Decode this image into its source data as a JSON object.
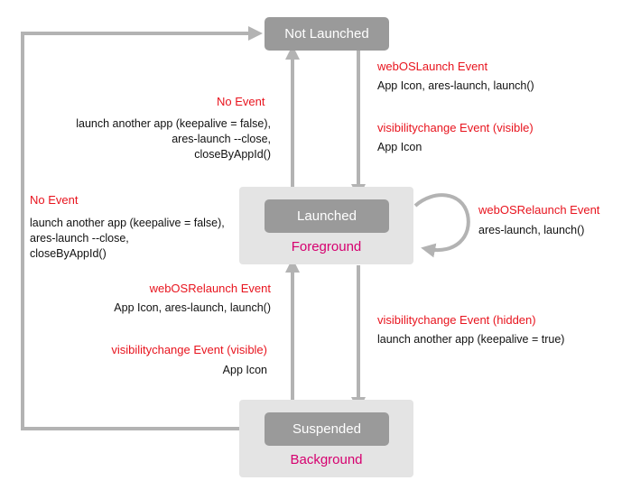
{
  "states": {
    "not_launched": "Not Launched",
    "launched": "Launched",
    "suspended": "Suspended"
  },
  "groups": {
    "foreground": "Foreground",
    "background": "Background"
  },
  "transitions": {
    "launch": {
      "event": "webOSLaunch Event",
      "detail": "App Icon, ares-launch, launch()",
      "event2": "visibilitychange Event (visible)",
      "detail2": "App Icon"
    },
    "close_from_foreground": {
      "event": "No Event",
      "lines": [
        "launch another app (keepalive = false),",
        "ares-launch --close,",
        "closeByAppId()"
      ]
    },
    "close_from_background": {
      "event": "No Event",
      "lines": [
        "launch another app (keepalive = false),",
        "ares-launch --close,",
        "closeByAppId()"
      ]
    },
    "relaunch_foreground": {
      "event": "webOSRelaunch Event",
      "detail": "ares-launch, launch()"
    },
    "resume": {
      "event": "webOSRelaunch Event",
      "detail": "App Icon, ares-launch, launch()",
      "event2": "visibilitychange Event (visible)",
      "detail2": "App Icon"
    },
    "suspend": {
      "event": "visibilitychange Event (hidden)",
      "detail": "launch another app (keepalive = true)"
    }
  },
  "colors": {
    "state_fill": "#9a9a9a",
    "group_fill": "#e4e4e4",
    "arrow": "#b3b3b3",
    "event_text": "#e8141e",
    "group_text": "#d6006f"
  }
}
